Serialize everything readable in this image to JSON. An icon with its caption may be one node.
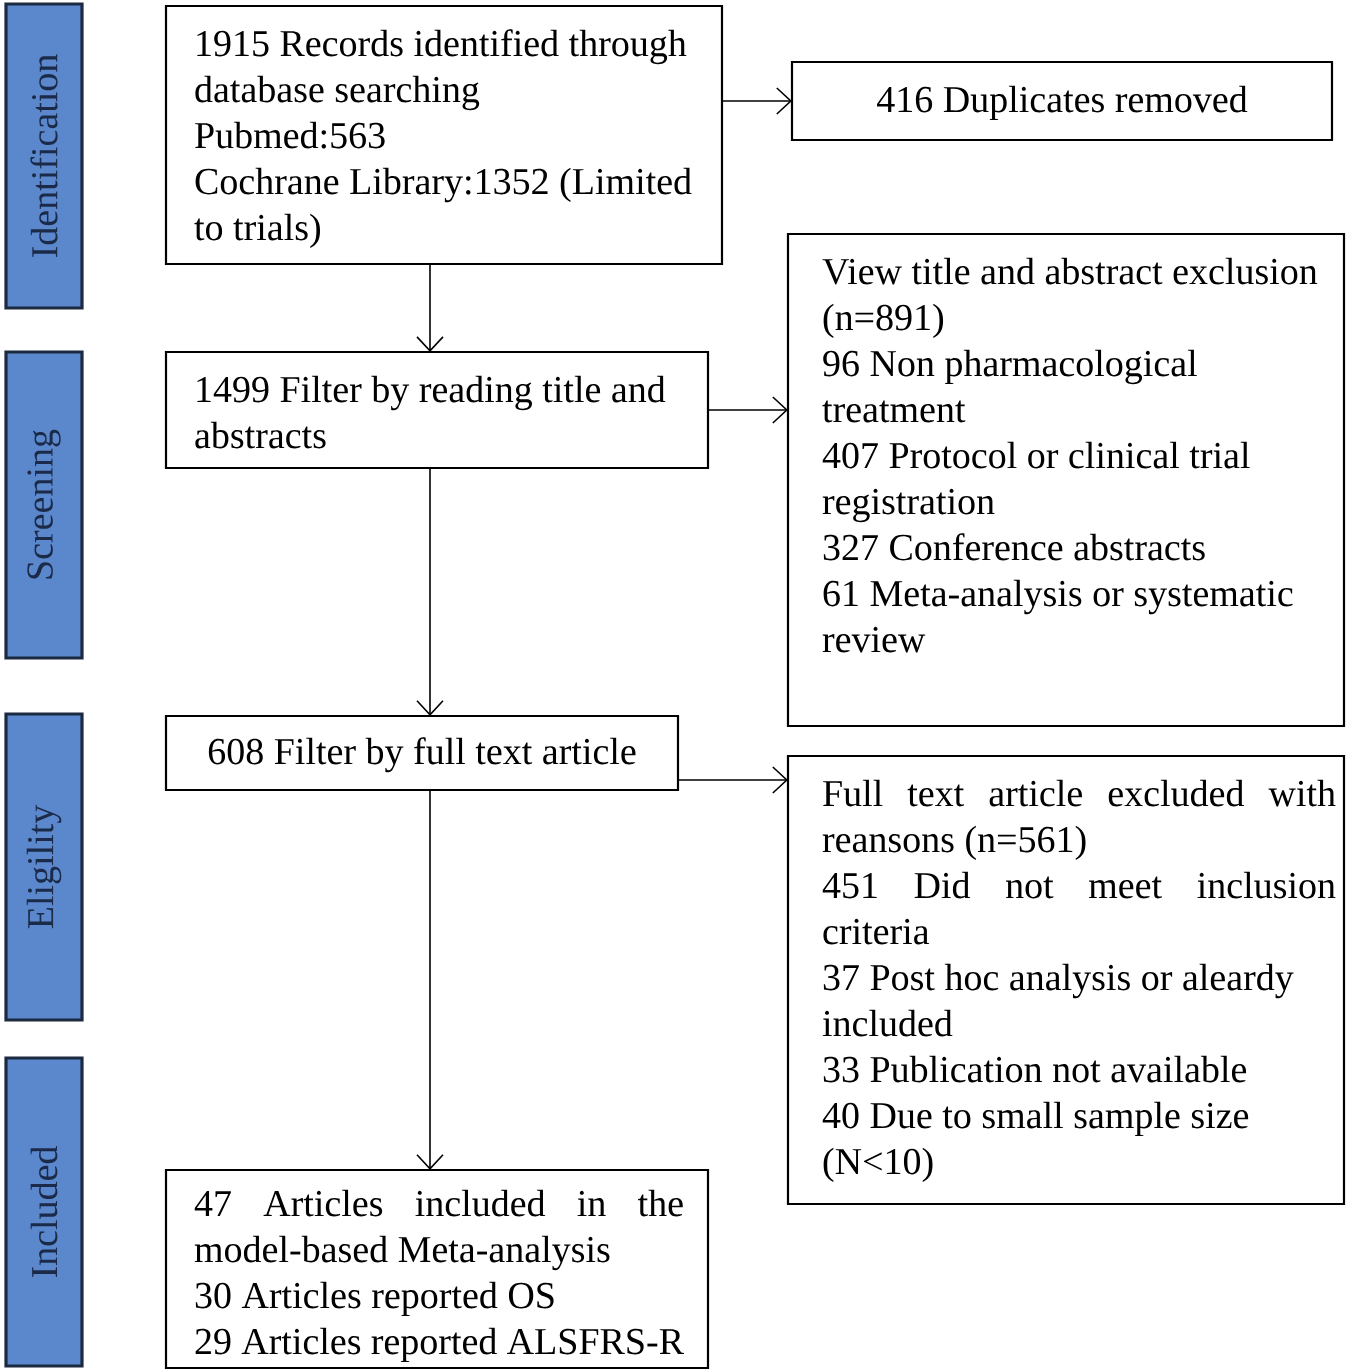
{
  "diagram": {
    "nodes": [
      {
        "text": [
          "Identification"
        ]
      },
      {
        "text": [
          "1915 Records identified through database searching",
          "Pubmed:563",
          "Cochrane Library:1352 (Limited to trials)"
        ]
      },
      {
        "text": [
          "416 Duplicates removed"
        ]
      },
      {
        "text": [
          "Screening"
        ]
      },
      {
        "text": [
          "1499 Filter by reading title and abstracts"
        ]
      },
      {
        "text": [
          "View title and abstract exclusion (n=891)",
          "96 Non pharmacological treatment",
          "407 Protocol or clinical trial registration",
          "327 Conference abstracts",
          "61 Meta-analysis or systematic review"
        ]
      },
      {
        "text": [
          "Eligility"
        ]
      },
      {
        "text": [
          "608 Filter by full text article"
        ]
      },
      {
        "text": [
          "Full text article excluded with reansons (n=561)",
          "451 Did not meet inclusion criteria",
          "37 Post hoc analysis or aleardy included",
          "33 Publication not available",
          "40 Due to small sample size (N<10)"
        ]
      },
      {
        "text": [
          "Included"
        ]
      },
      {
        "text": [
          "47 Articles included in the model-based Meta-analysis",
          "30 Articles reported OS",
          "29 Articles reported ALSFRS-R"
        ]
      }
    ],
    "edges": [
      {
        "from": 1,
        "to": 2,
        "arrow": "to"
      },
      {
        "from": 1,
        "to": 4,
        "arrow": "to"
      },
      {
        "from": 4,
        "to": 5,
        "arrow": "to"
      },
      {
        "from": 4,
        "to": 7,
        "arrow": "to"
      },
      {
        "from": 7,
        "to": 8,
        "arrow": "to"
      },
      {
        "from": 7,
        "to": 10,
        "arrow": "to"
      }
    ]
  }
}
